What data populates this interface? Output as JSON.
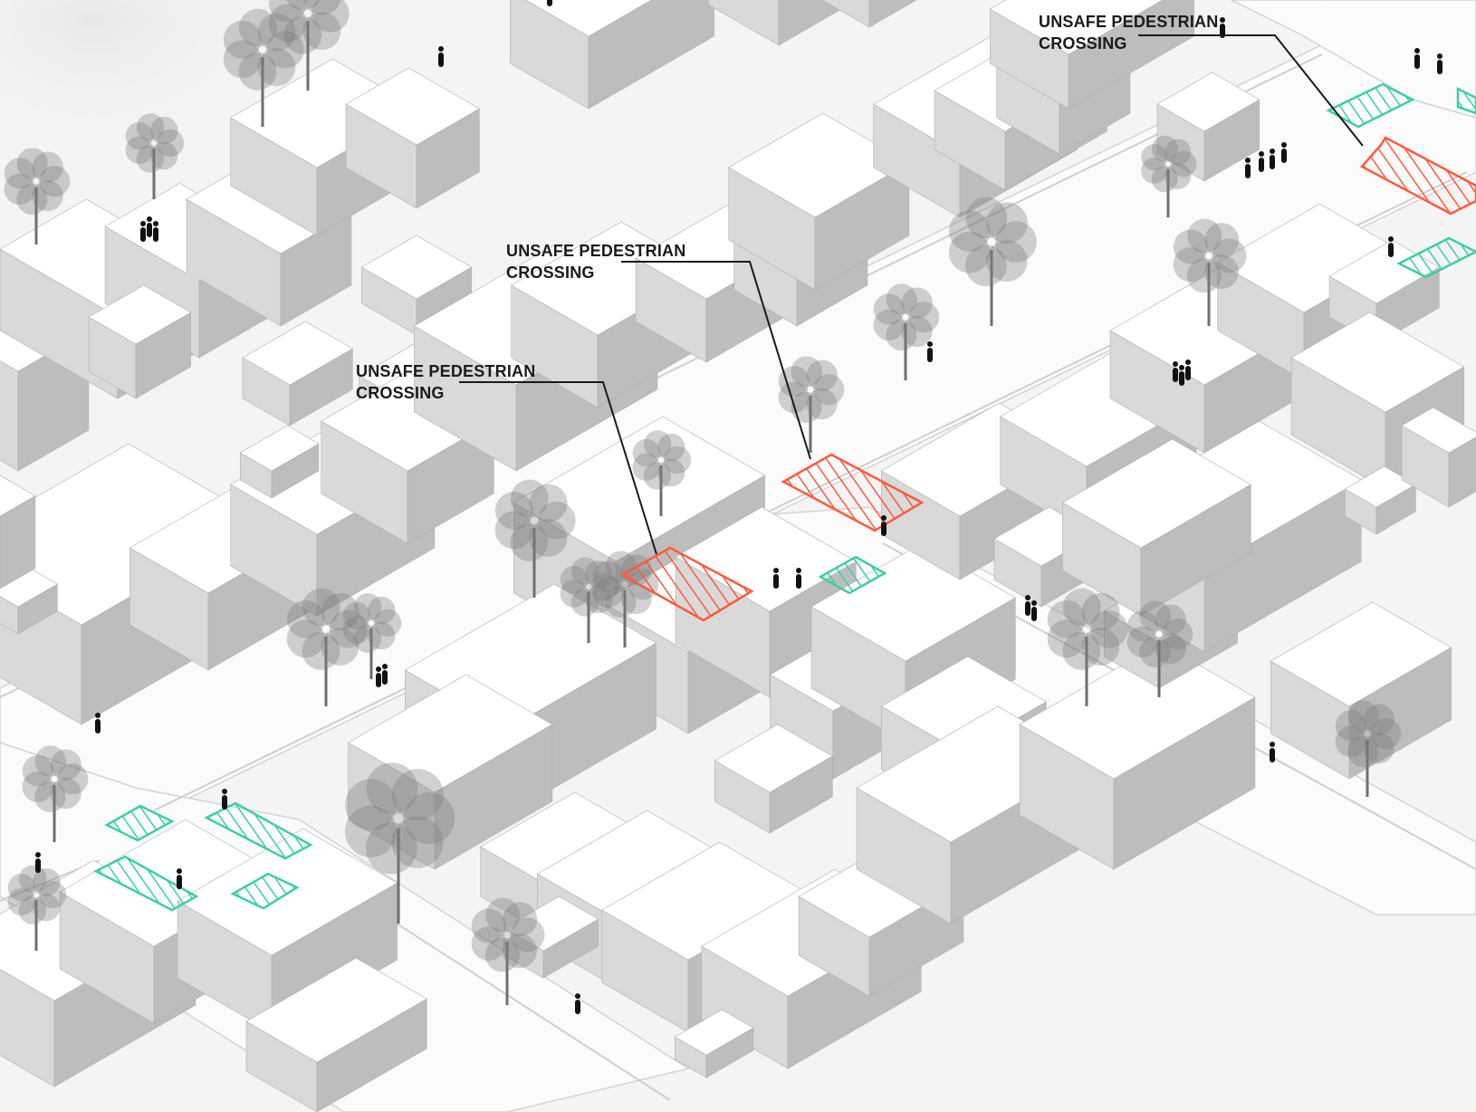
{
  "callouts": [
    {
      "line1": "UNSAFE PEDESTRIAN",
      "line2": "CROSSING"
    },
    {
      "line1": "UNSAFE PEDESTRIAN",
      "line2": "CROSSING"
    },
    {
      "line1": "UNSAFE PEDESTRIAN",
      "line2": "CROSSING"
    }
  ],
  "colors": {
    "unsafe_crossing": "#ff5a3c",
    "safe_crossing": "#3ccfa6",
    "building_roof": "#ffffff",
    "building_left_face": "#d9d9d9",
    "building_right_face": "#bdbdbd",
    "street": "#f7f7f7",
    "block": "#ececec",
    "pedestrian": "#111111",
    "tree": "#7a7a7a"
  },
  "crossings": [
    {
      "name": "unsafe-crossing-center-upper",
      "kind": "unsafe"
    },
    {
      "name": "unsafe-crossing-center-lower",
      "kind": "unsafe"
    },
    {
      "name": "unsafe-crossing-top-right",
      "kind": "unsafe"
    },
    {
      "name": "safe-crossing-center",
      "kind": "safe"
    },
    {
      "name": "safe-crossing-top-right-1",
      "kind": "safe"
    },
    {
      "name": "safe-crossing-top-right-2",
      "kind": "safe"
    },
    {
      "name": "safe-crossing-right",
      "kind": "safe"
    },
    {
      "name": "safe-crossing-lower-left-1",
      "kind": "safe"
    },
    {
      "name": "safe-crossing-lower-left-2",
      "kind": "safe"
    },
    {
      "name": "safe-crossing-lower-left-3",
      "kind": "safe"
    },
    {
      "name": "safe-crossing-lower-left-4",
      "kind": "safe"
    }
  ]
}
